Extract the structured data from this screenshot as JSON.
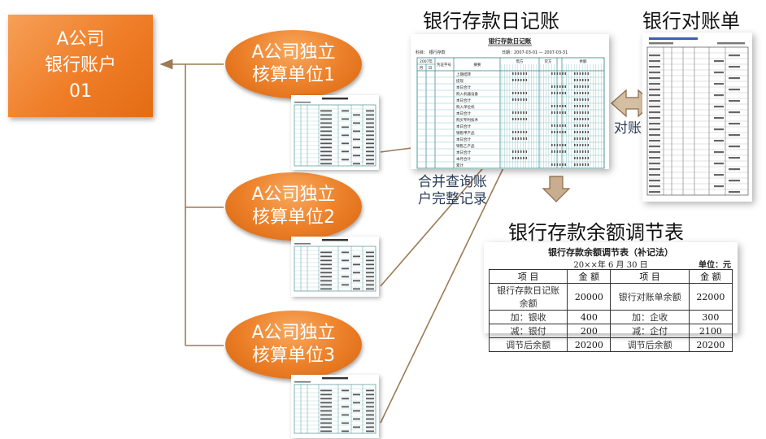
{
  "bank_account": {
    "line1": "A公司",
    "line2": "银行账户",
    "line3": "01"
  },
  "units": [
    {
      "line1": "A公司独立",
      "line2": "核算单位1"
    },
    {
      "line1": "A公司独立",
      "line2": "核算单位2"
    },
    {
      "line1": "A公司独立",
      "line2": "核算单位3"
    }
  ],
  "headings": {
    "journal": "银行存款日记账",
    "statement": "银行对账单",
    "reconciliation": "银行存款余额调节表"
  },
  "labels": {
    "reconcile": "对账",
    "merge_line1": "合并查询账",
    "merge_line2": "户完整记录"
  },
  "journal_doc": {
    "title": "银行存款日记账",
    "subject": "科目：  银行存款",
    "date_range": "日期：2007-03-01  —  2007-03-31",
    "col_year": "2007年",
    "col_month": "月",
    "col_day": "日",
    "col_voucher": "凭证字号",
    "col_summary": "摘要",
    "col_debit": "借方",
    "col_credit": "贷方",
    "col_balance": "余额",
    "summaries": [
      "上期结转",
      "提现",
      "本日合计",
      "购入机器设备",
      "本日合计",
      "购入单位机",
      "本日合计",
      "购买专利技术",
      "本日合计",
      "销售甲产品",
      "本日合计",
      "销售乙产品",
      "本日合计",
      "本月合计",
      "累计"
    ]
  },
  "recon_doc": {
    "title": "银行存款余额调节表（补记法）",
    "date": "20××年 6 月 30 日",
    "unit": "单位：元",
    "header": [
      "项  目",
      "金  额",
      "项  目",
      "金  额"
    ],
    "rows": [
      [
        "银行存款日记账余额",
        "20000",
        "银行对账单余额",
        "22000"
      ],
      [
        "加：银收",
        "400",
        "加：企收",
        "300"
      ],
      [
        "减：银付",
        "200",
        "减：企付",
        "2100"
      ],
      [
        "调节后余额",
        "20200",
        "调节后余额",
        "20200"
      ]
    ]
  },
  "colors": {
    "orange": "#ef7d27",
    "arrow_brown": "#9c7a54",
    "block_arrow": "#c0a283"
  }
}
